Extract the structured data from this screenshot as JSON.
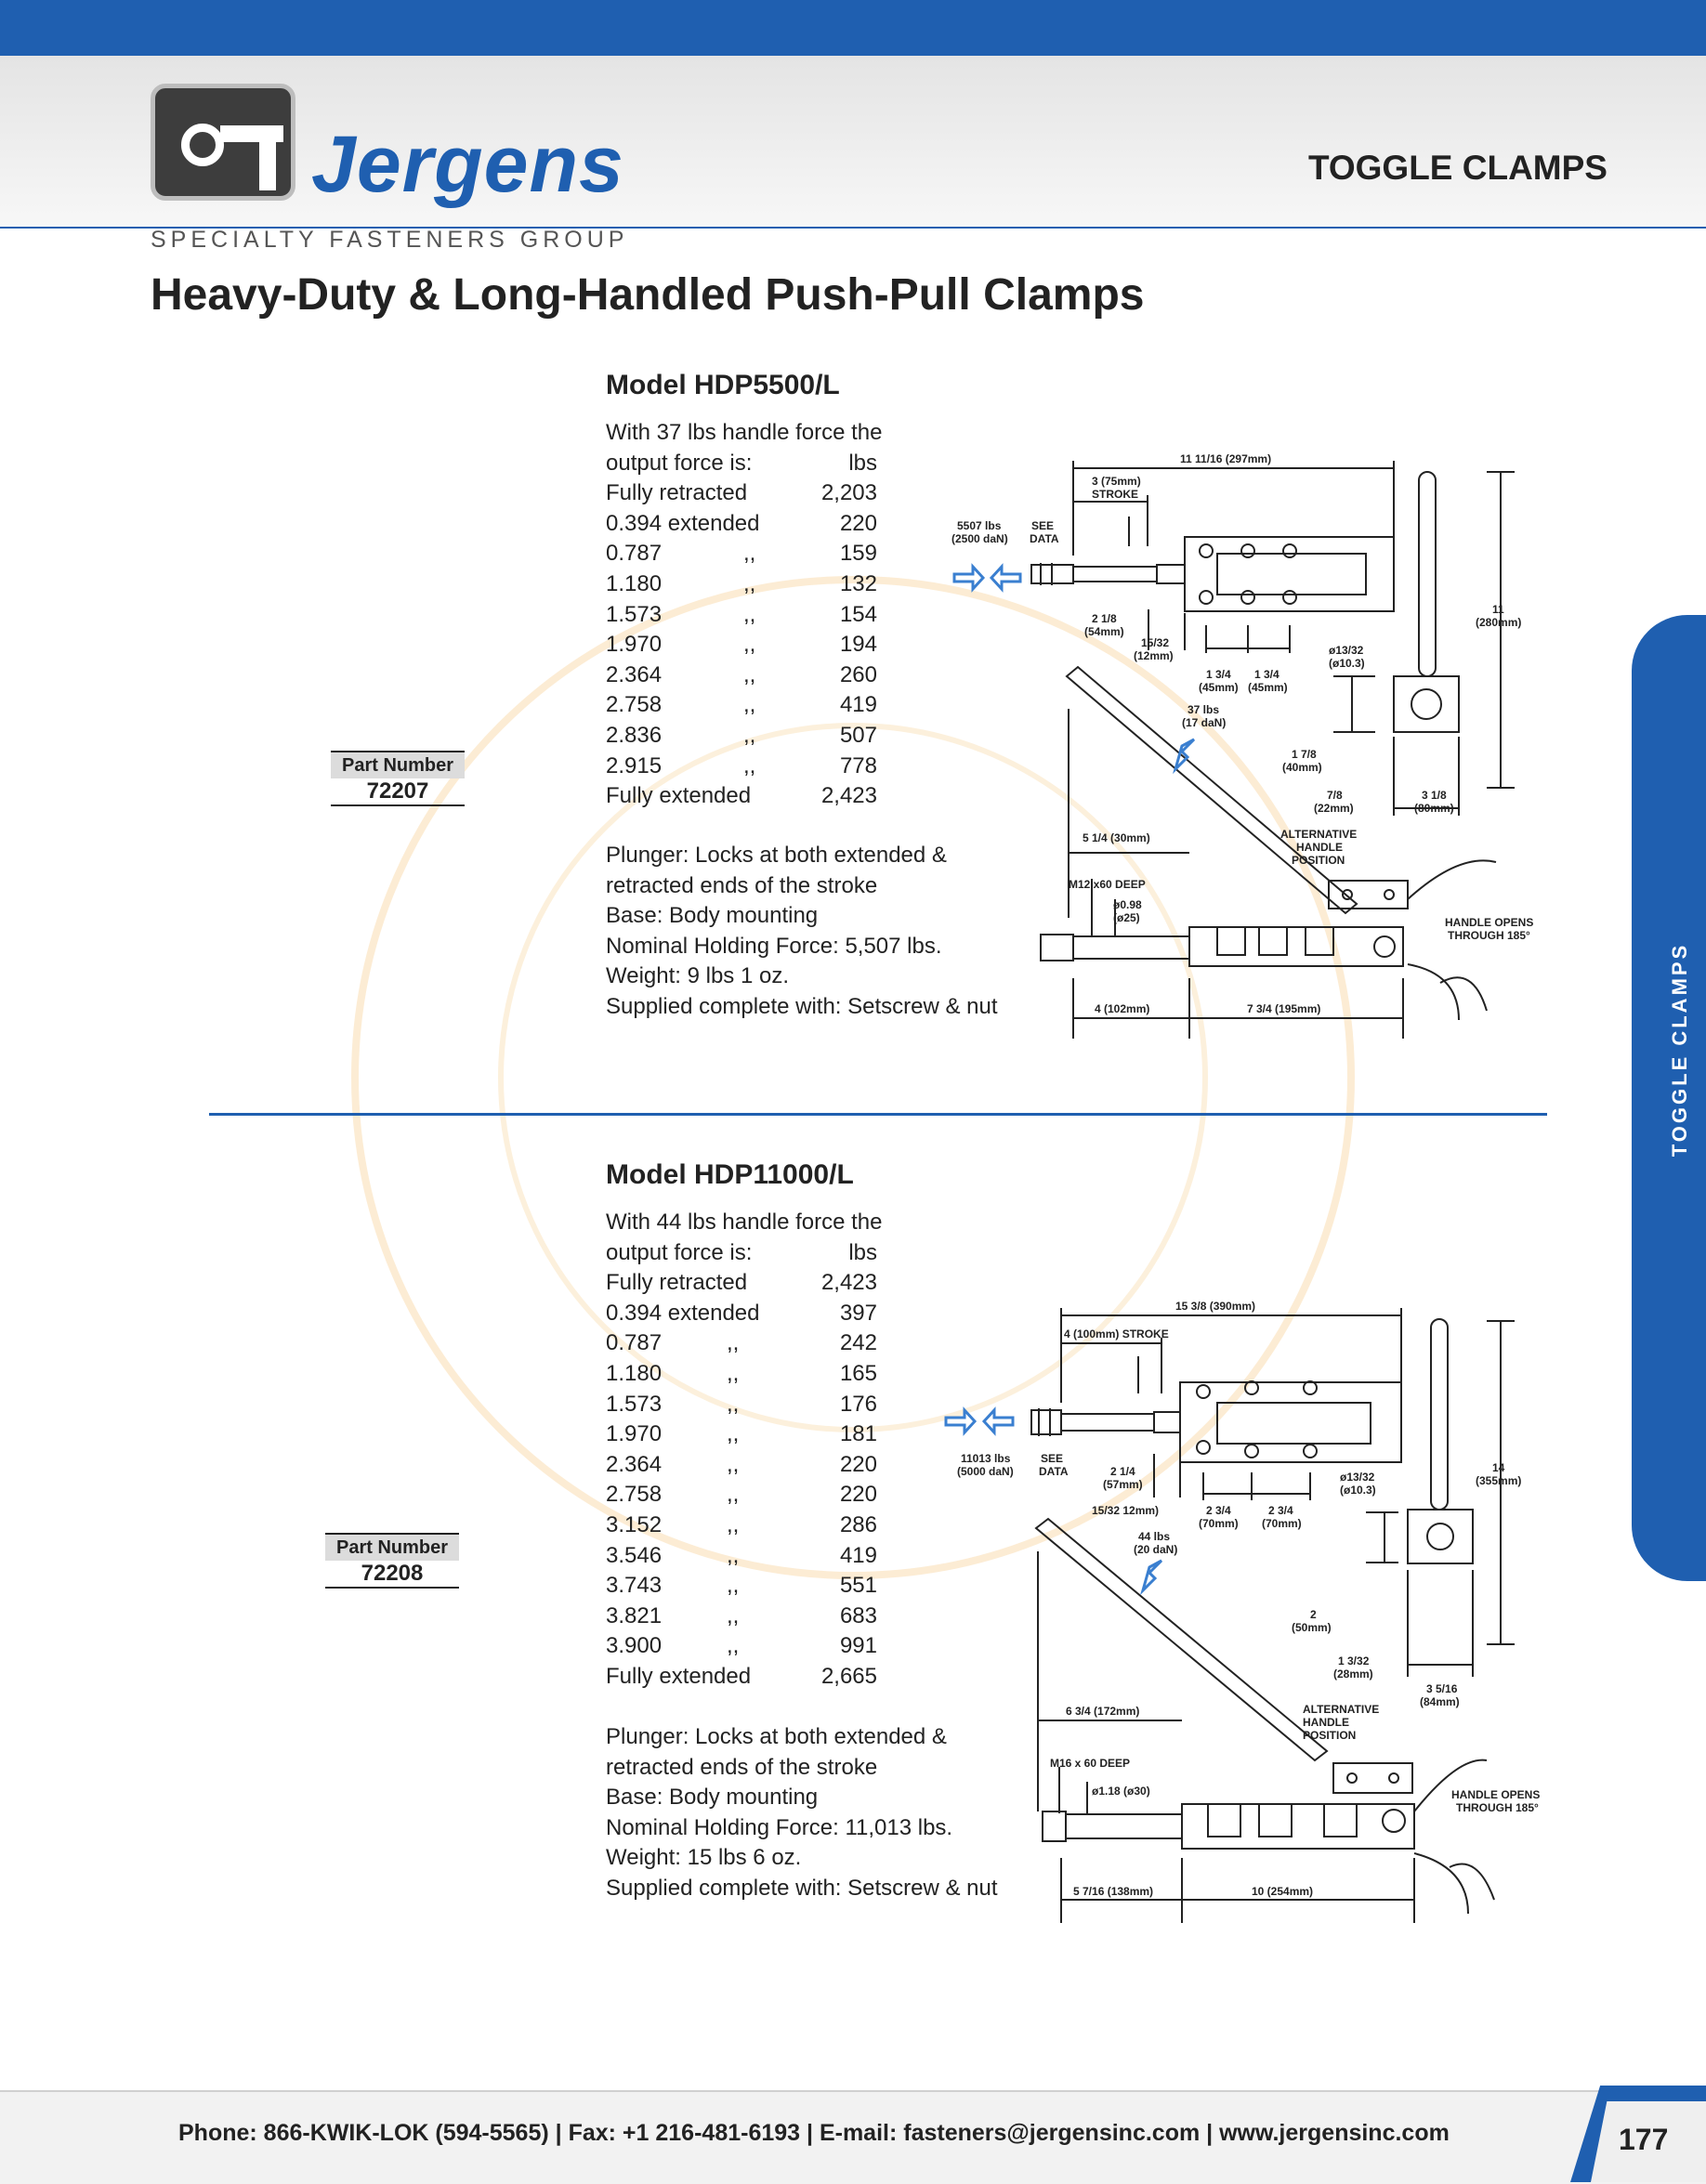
{
  "header": {
    "brand": "Jergens",
    "brand_sub": "SPECIALTY FASTENERS GROUP",
    "section": "TOGGLE CLAMPS"
  },
  "page_title": "Heavy-Duty & Long-Handled Push-Pull Clamps",
  "side_tab": "TOGGLE CLAMPS",
  "models": [
    {
      "title": "Model HDP5500/L",
      "intro_1": "With 37 lbs handle force the",
      "intro_2": "output force is:",
      "unit": "lbs",
      "part_label": "Part Number",
      "part_number": "72207",
      "rows": [
        {
          "label": "Fully retracted",
          "quote": "",
          "value": "2,203"
        },
        {
          "label": "0.394 extended",
          "quote": "",
          "value": "220"
        },
        {
          "label": "0.787",
          "quote": ",,",
          "value": "159"
        },
        {
          "label": "1.180",
          "quote": ",,",
          "value": "132"
        },
        {
          "label": "1.573",
          "quote": ",,",
          "value": "154"
        },
        {
          "label": "1.970",
          "quote": ",,",
          "value": "194"
        },
        {
          "label": "2.364",
          "quote": ",,",
          "value": "260"
        },
        {
          "label": "2.758",
          "quote": ",,",
          "value": "419"
        },
        {
          "label": "2.836",
          "quote": ",,",
          "value": "507"
        },
        {
          "label": "2.915",
          "quote": ",,",
          "value": "778"
        },
        {
          "label": "Fully extended",
          "quote": "",
          "value": "2,423"
        }
      ],
      "notes": [
        "Plunger: Locks at both extended &",
        "retracted ends of the stroke",
        "Base: Body mounting",
        "Nominal Holding Force: 5,507 lbs.",
        "Weight: 9 lbs 1 oz.",
        "Supplied complete with: Setscrew & nut"
      ],
      "dims": {
        "overall": "11 11/16 (297mm)",
        "stroke_a": "3 (75mm)",
        "stroke_b": "STROKE",
        "force_a": "5507 lbs",
        "force_b": "(2500 daN)",
        "see_a": "SEE",
        "see_b": "DATA",
        "d1a": "2 1/8",
        "d1b": "(54mm)",
        "d2a": "15/32",
        "d2b": "(12mm)",
        "d3a": "1 3/4",
        "d3b": "(45mm)",
        "d4a": "1 3/4",
        "d4b": "(45mm)",
        "hole_a": "ø13/32",
        "hole_b": "(ø10.3)",
        "height_a": "11",
        "height_b": "(280mm)",
        "hforce_a": "37 lbs",
        "hforce_b": "(17 daN)",
        "d5a": "1 7/8",
        "d5b": "(40mm)",
        "d6a": "7/8",
        "d6b": "(22mm)",
        "d7a": "3 1/8",
        "d7b": "(80mm)",
        "d8": "5 1/4 (30mm)",
        "alt_a": "ALTERNATIVE",
        "alt_b": "HANDLE",
        "alt_c": "POSITION",
        "thread": "M12 x60 DEEP",
        "dia_a": "ø0.98",
        "dia_b": "(ø25)",
        "opens_a": "HANDLE OPENS",
        "opens_b": "THROUGH 185°",
        "b1": "4 (102mm)",
        "b2": "7 3/4 (195mm)"
      }
    },
    {
      "title": "Model HDP11000/L",
      "intro_1": "With 44 lbs handle force the",
      "intro_2": "output force is:",
      "unit": "lbs",
      "part_label": "Part Number",
      "part_number": "72208",
      "rows": [
        {
          "label": "Fully retracted",
          "quote": "",
          "value": "2,423"
        },
        {
          "label": "0.394 extended",
          "quote": "",
          "value": "397"
        },
        {
          "label": "0.787",
          "quote": ",,",
          "value": "242"
        },
        {
          "label": "1.180",
          "quote": ",,",
          "value": "165"
        },
        {
          "label": "1.573",
          "quote": ",,",
          "value": "176"
        },
        {
          "label": "1.970",
          "quote": ",,",
          "value": "181"
        },
        {
          "label": "2.364",
          "quote": ",,",
          "value": "220"
        },
        {
          "label": "2.758",
          "quote": ",,",
          "value": "220"
        },
        {
          "label": "3.152",
          "quote": ",,",
          "value": "286"
        },
        {
          "label": "3.546",
          "quote": ",,",
          "value": "419"
        },
        {
          "label": "3.743",
          "quote": ",,",
          "value": "551"
        },
        {
          "label": "3.821",
          "quote": ",,",
          "value": "683"
        },
        {
          "label": "3.900",
          "quote": ",,",
          "value": "991"
        },
        {
          "label": "Fully extended",
          "quote": "",
          "value": "2,665"
        }
      ],
      "notes": [
        "Plunger: Locks at both extended &",
        "retracted ends of the stroke",
        "Base: Body mounting",
        "Nominal Holding Force: 11,013 lbs.",
        "Weight: 15 lbs 6 oz.",
        "Supplied complete with: Setscrew & nut"
      ],
      "dims": {
        "overall": "15 3/8 (390mm)",
        "stroke": "4 (100mm) STROKE",
        "force_a": "11013 lbs",
        "force_b": "(5000 daN)",
        "see_a": "SEE",
        "see_b": "DATA",
        "d1a": "2 1/4",
        "d1b": "(57mm)",
        "d2": "15/32 12mm)",
        "d3a": "2 3/4",
        "d3b": "(70mm)",
        "d4a": "2 3/4",
        "d4b": "(70mm)",
        "hole_a": "ø13/32",
        "hole_b": "(ø10.3)",
        "height_a": "14",
        "height_b": "(355mm)",
        "hforce_a": "44 lbs",
        "hforce_b": "(20 daN)",
        "d5a": "2",
        "d5b": "(50mm)",
        "d6a": "1 3/32",
        "d6b": "(28mm)",
        "d7a": "3 5/16",
        "d7b": "(84mm)",
        "d8": "6 3/4 (172mm)",
        "alt_a": "ALTERNATIVE",
        "alt_b": "HANDLE",
        "alt_c": "POSITION",
        "thread": "M16 x 60 DEEP",
        "dia": "ø1.18 (ø30)",
        "opens_a": "HANDLE OPENS",
        "opens_b": "THROUGH 185°",
        "b1": "5 7/16 (138mm)",
        "b2": "10 (254mm)"
      }
    }
  ],
  "footer": {
    "contact": "Phone: 866-KWIK-LOK (594-5565)  |  Fax: +1 216-481-6193  |  E-mail: fasteners@jergensinc.com  |  www.jergensinc.com",
    "page": "177"
  },
  "colors": {
    "brand_blue": "#1f5fb0",
    "arrow_blue": "#3a7fd0",
    "watermark": "#f0aa3c"
  }
}
